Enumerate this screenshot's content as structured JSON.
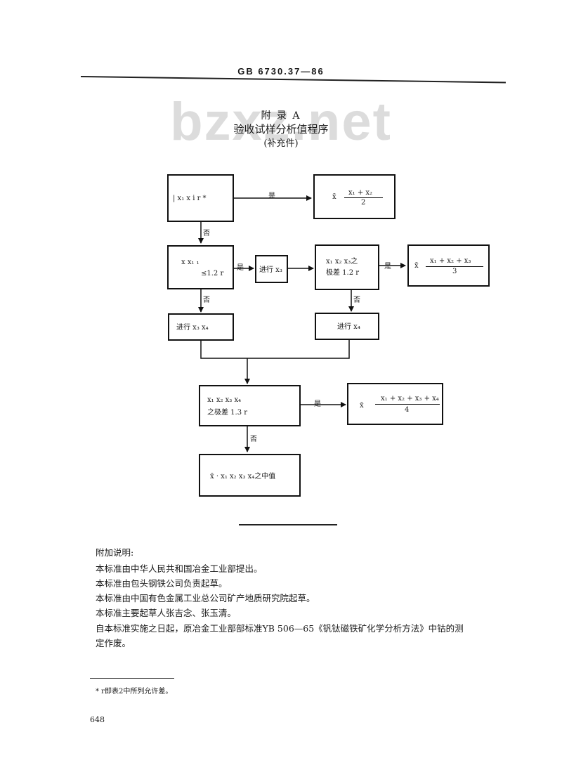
{
  "header": {
    "standard_code": "GB 6730.37—86"
  },
  "watermark": "bzxz.net",
  "appendix": {
    "label": "附 录 A",
    "title": "验收试样分析值程序",
    "subtitle": "(补充件)"
  },
  "flowchart": {
    "b1": {
      "line1": "| x₁    x  i    r *"
    },
    "b2": {
      "line1": "x̄",
      "line2": "x₁ + x₂",
      "line3": "2"
    },
    "b3": {
      "line1": "x     x₁ ₁",
      "line2": "≤1.2 r"
    },
    "b4": {
      "line1": "进行 x₃"
    },
    "b5": {
      "line1": "x₁    x₂    x₃之",
      "line2": "极差  1.2 r"
    },
    "b6": {
      "line1": "x̄",
      "line2": "x₁ + x₂ + x₃",
      "line3": "3"
    },
    "b7": {
      "line1": "进行 x₃    x₄"
    },
    "b8": {
      "line1": "进行 x₄"
    },
    "b9": {
      "line1": "x₁     x₂      x₃      x₄",
      "line2": "之极差   1.3 r"
    },
    "b10": {
      "line1": "x̄",
      "line2": "x₁ + x₂ + x₃ + x₄",
      "line3": "4"
    },
    "b11": {
      "line1": "x̄  ·  x₁ x₂ x₃ x₄之中值"
    },
    "labels": {
      "yes": "是",
      "no": "否"
    }
  },
  "notes": {
    "heading": "附加说明:",
    "lines": [
      "本标准由中华人民共和国冶金工业部提出。",
      "本标准由包头钢铁公司负责起草。",
      "本标准由中国有色金属工业总公司矿产地质研究院起草。",
      "本标准主要起草人张吉念、张玉清。",
      "自本标准实施之日起，原冶金工业部部标准YB 506—65《钒钛磁铁矿化学分析方法》中钴的测",
      "定作废。"
    ]
  },
  "footnote": "* r即表2中所列允许差。",
  "page_number": "648"
}
